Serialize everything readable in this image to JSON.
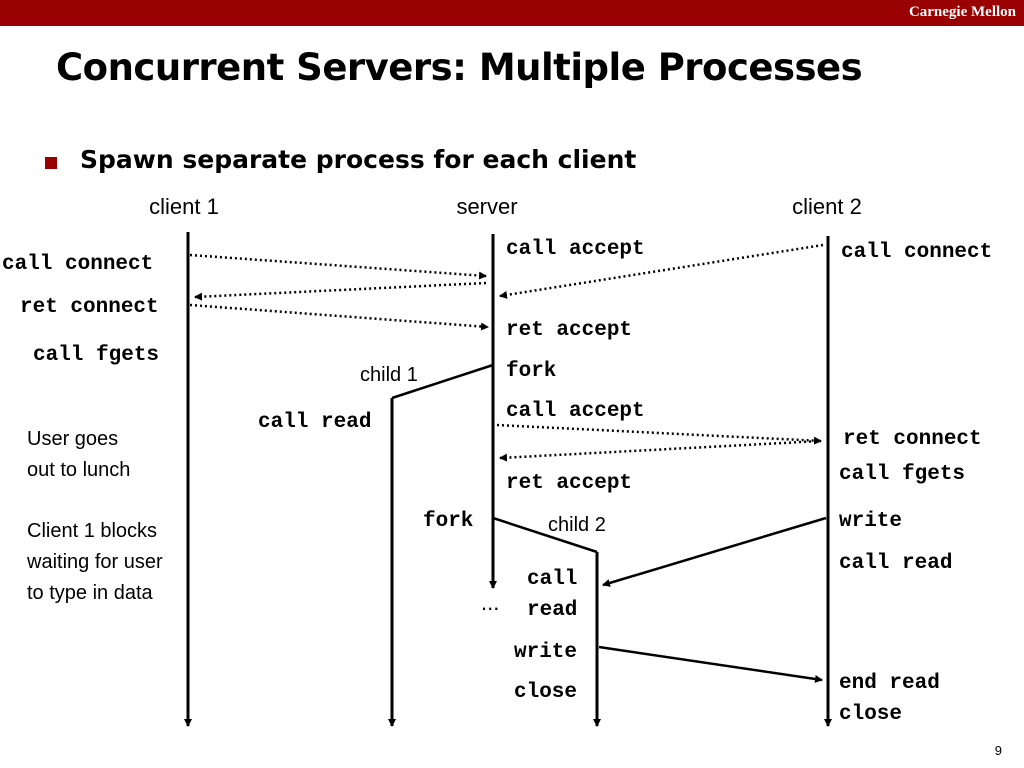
{
  "header": {
    "brand": "Carnegie Mellon"
  },
  "title": "Concurrent Servers: Multiple Processes",
  "bullet": "Spawn separate process for each client",
  "columns": {
    "client1": "client 1",
    "server": "server",
    "client2": "client 2"
  },
  "client1_events": {
    "call_connect": "call connect",
    "ret_connect": "ret connect",
    "call_fgets": "call fgets"
  },
  "server_events": {
    "call_accept_1": "call accept",
    "ret_accept_1": "ret accept",
    "fork_1": "fork",
    "call_accept_2": "call accept",
    "ret_accept_2": "ret accept",
    "fork_2": "fork",
    "ellipsis": "..."
  },
  "child1": {
    "label": "child 1",
    "call_read": "call read"
  },
  "child2": {
    "label": "child 2",
    "call": "call",
    "read": "read",
    "write": "write",
    "close": "close"
  },
  "client2_events": {
    "call_connect": "call connect",
    "ret_connect": "ret connect",
    "call_fgets": "call fgets",
    "write": "write",
    "call_read": "call read",
    "end_read": "end read",
    "close": "close"
  },
  "notes": {
    "lunch_1": "User goes",
    "lunch_2": "out to lunch",
    "block_1": "Client 1 blocks",
    "block_2": "waiting for user",
    "block_3": "to type in data"
  },
  "page_number": "9",
  "colors": {
    "accent": "#990000",
    "text": "#000000",
    "background": "#ffffff"
  }
}
